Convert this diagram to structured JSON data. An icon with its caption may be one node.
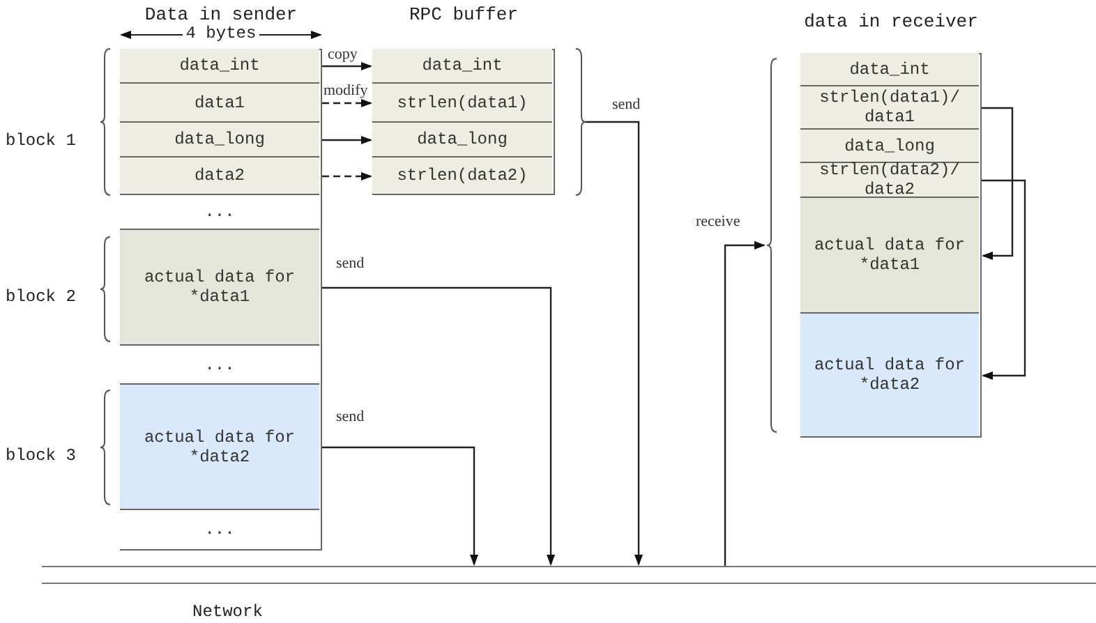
{
  "diagram": {
    "nodes": [
      {
        "text": [
          "Data in sender"
        ]
      },
      {
        "text": [
          "data_int"
        ],
        "in": 0
      },
      {
        "text": [
          "data1"
        ],
        "in": 0
      },
      {
        "text": [
          "data_long"
        ],
        "in": 0
      },
      {
        "text": [
          "data2"
        ],
        "in": 0
      },
      {
        "text": [
          "..."
        ],
        "in": 0
      },
      {
        "text": [
          "actual data for *data1"
        ],
        "in": 0
      },
      {
        "text": [
          "..."
        ],
        "in": 0
      },
      {
        "text": [
          "actual data for *data2"
        ],
        "in": 0
      },
      {
        "text": [
          "..."
        ],
        "in": 0
      },
      {
        "text": [
          "RPC buffer"
        ]
      },
      {
        "text": [
          "data_int"
        ],
        "in": 10
      },
      {
        "text": [
          "strlen(data1)"
        ],
        "in": 10
      },
      {
        "text": [
          "data_long"
        ],
        "in": 10
      },
      {
        "text": [
          "strlen(data2)"
        ],
        "in": 10
      },
      {
        "text": [
          "data in receiver"
        ]
      },
      {
        "text": [
          "data_int"
        ],
        "in": 15
      },
      {
        "text": [
          "strlen(data1)/ data1"
        ],
        "in": 15
      },
      {
        "text": [
          "data_long"
        ],
        "in": 15
      },
      {
        "text": [
          "strlen(data2)/ data2"
        ],
        "in": 15
      },
      {
        "text": [
          "actual data for *data1"
        ],
        "in": 15
      },
      {
        "text": [
          "actual data for *data2"
        ],
        "in": 15
      },
      {
        "text": [
          "Network"
        ]
      }
    ],
    "edges": [
      {
        "from": 1,
        "to": 11,
        "arrow": "to",
        "label": "copy"
      },
      {
        "from": 2,
        "to": 12,
        "arrow": "to",
        "label": "modify",
        "style": "dashed"
      },
      {
        "from": 3,
        "to": 13,
        "arrow": "to"
      },
      {
        "from": 4,
        "to": 14,
        "arrow": "to",
        "style": "dashed"
      },
      {
        "from": 10,
        "to": 22,
        "arrow": "to",
        "label": "send"
      },
      {
        "from": 6,
        "to": 22,
        "arrow": "to",
        "label": "send"
      },
      {
        "from": 8,
        "to": 22,
        "arrow": "to",
        "label": "send"
      },
      {
        "from": 22,
        "to": 15,
        "arrow": "to",
        "label": "receive"
      },
      {
        "from": 17,
        "to": 20,
        "arrow": "to"
      },
      {
        "from": 19,
        "to": 21,
        "arrow": "to"
      }
    ],
    "labels": [
      "4 bytes",
      "block 1",
      "block 2",
      "block 3"
    ]
  }
}
